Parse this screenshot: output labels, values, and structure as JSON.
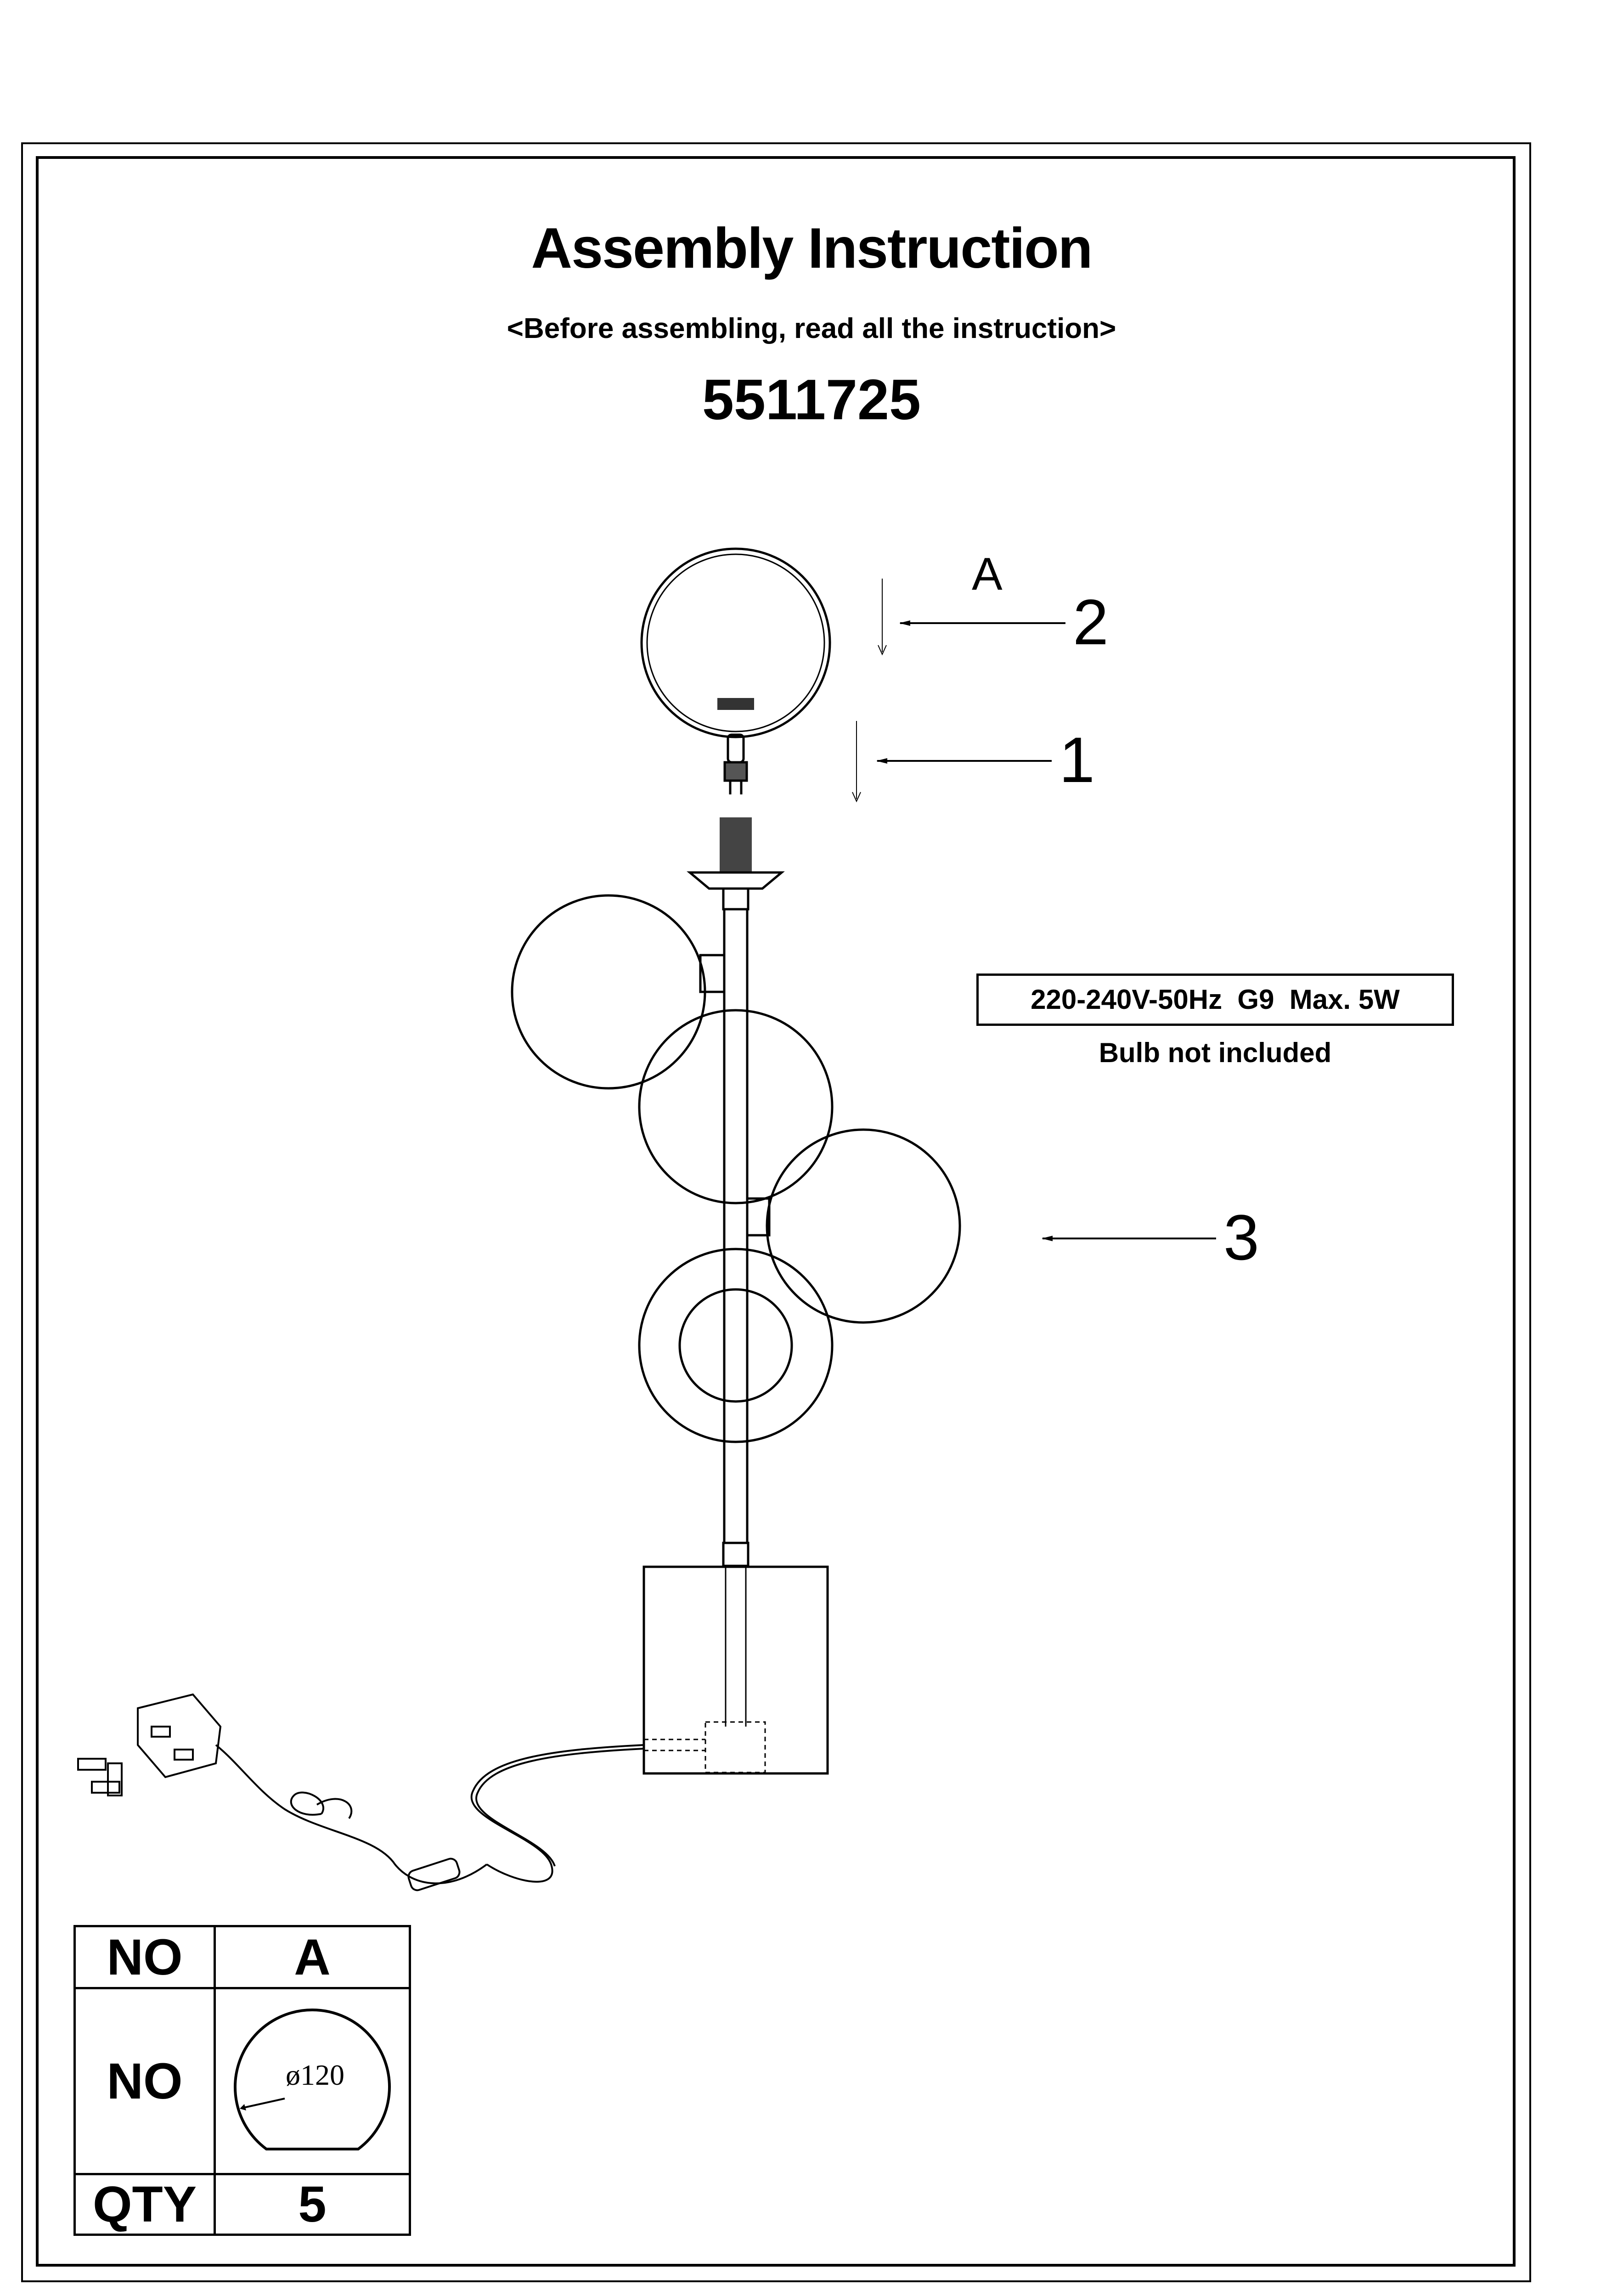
{
  "header": {
    "title": "Assembly Instruction",
    "subtitle": "<Before assembling, read all the instruction>",
    "model_number": "5511725"
  },
  "spec": {
    "rating": "220-240V-50Hz  G9  Max. 5W",
    "bulb_note": "Bulb not included"
  },
  "callouts": {
    "part_a": "A",
    "part_1": "1",
    "part_2": "2",
    "part_3": "3"
  },
  "parts_table": {
    "header_col": "NO",
    "header_part": "A",
    "row_label": "NO",
    "dimension": "ø120",
    "qty_label": "QTY",
    "qty_value": "5"
  }
}
